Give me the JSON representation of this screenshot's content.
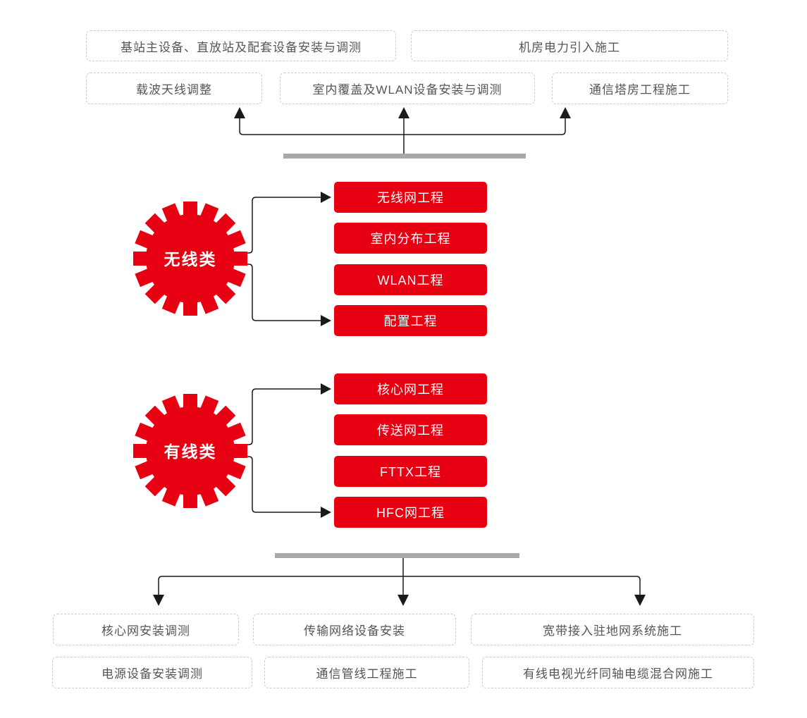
{
  "colors": {
    "accent_red": "#e60012",
    "divider_gray": "#a9a9a9",
    "dashed_border": "#cccccc",
    "box_text": "#555555",
    "line_black": "#1a1a1a",
    "box_label_white": "#ffffff"
  },
  "top_section": {
    "row1": [
      {
        "label": "基站主设备、直放站及配套设备安装与调测"
      },
      {
        "label": "机房电力引入施工"
      }
    ],
    "row2": [
      {
        "label": "载波天线调整"
      },
      {
        "label": "室内覆盖及WLAN设备安装与调测"
      },
      {
        "label": "通信塔房工程施工"
      }
    ]
  },
  "wireless_group": {
    "gear_label": "无线类",
    "items": [
      {
        "label": "无线网工程"
      },
      {
        "label": "室内分布工程"
      },
      {
        "label": "WLAN工程"
      },
      {
        "label": "配置工程"
      }
    ]
  },
  "wired_group": {
    "gear_label": "有线类",
    "items": [
      {
        "label": "核心网工程"
      },
      {
        "label": "传送网工程"
      },
      {
        "label": "FTTX工程"
      },
      {
        "label": "HFC网工程"
      }
    ]
  },
  "bottom_section": {
    "row1": [
      {
        "label": "核心网安装调测"
      },
      {
        "label": "传输网络设备安装"
      },
      {
        "label": "宽带接入驻地网系统施工"
      }
    ],
    "row2": [
      {
        "label": "电源设备安装调测"
      },
      {
        "label": "通信管线工程施工"
      },
      {
        "label": "有线电视光纤同轴电缆混合网施工"
      }
    ]
  }
}
